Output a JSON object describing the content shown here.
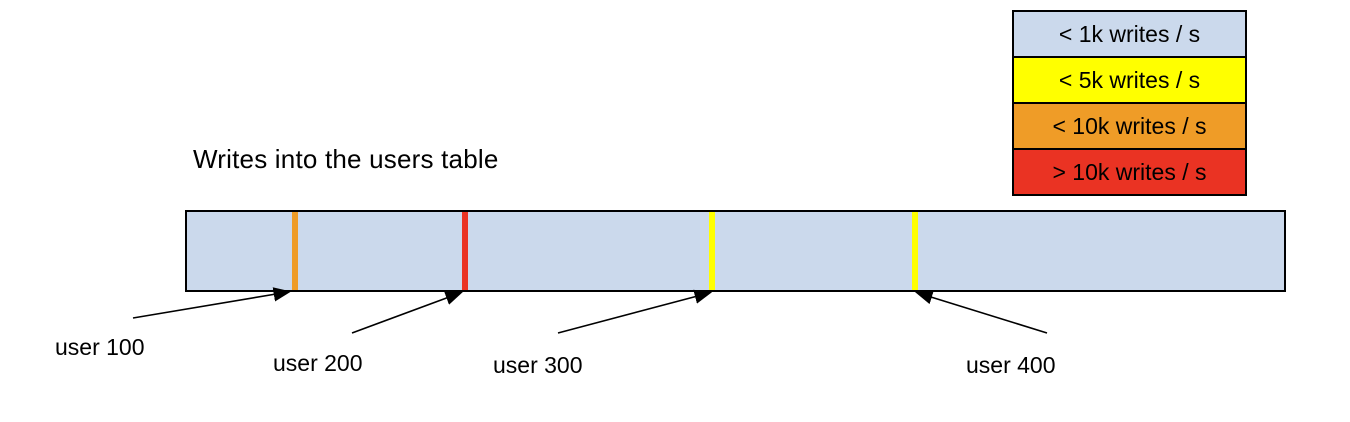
{
  "title": "Writes into the users table",
  "legend": {
    "items": [
      {
        "label": "< 1k writes / s",
        "color": "#cbd9ec"
      },
      {
        "label": "< 5k writes / s",
        "color": "#ffff00"
      },
      {
        "label": "< 10k writes / s",
        "color": "#ef9c27"
      },
      {
        "label": "> 10k writes / s",
        "color": "#ea3323"
      }
    ]
  },
  "bar": {
    "fill_color": "#cbd9ec",
    "markers": [
      {
        "label": "user 100",
        "color": "#ef9c27",
        "x_pct": 9.8
      },
      {
        "label": "user 200",
        "color": "#ea3323",
        "x_pct": 25.3
      },
      {
        "label": "user 300",
        "color": "#ffff00",
        "x_pct": 47.9
      },
      {
        "label": "user 400",
        "color": "#ffff00",
        "x_pct": 66.4
      }
    ]
  }
}
